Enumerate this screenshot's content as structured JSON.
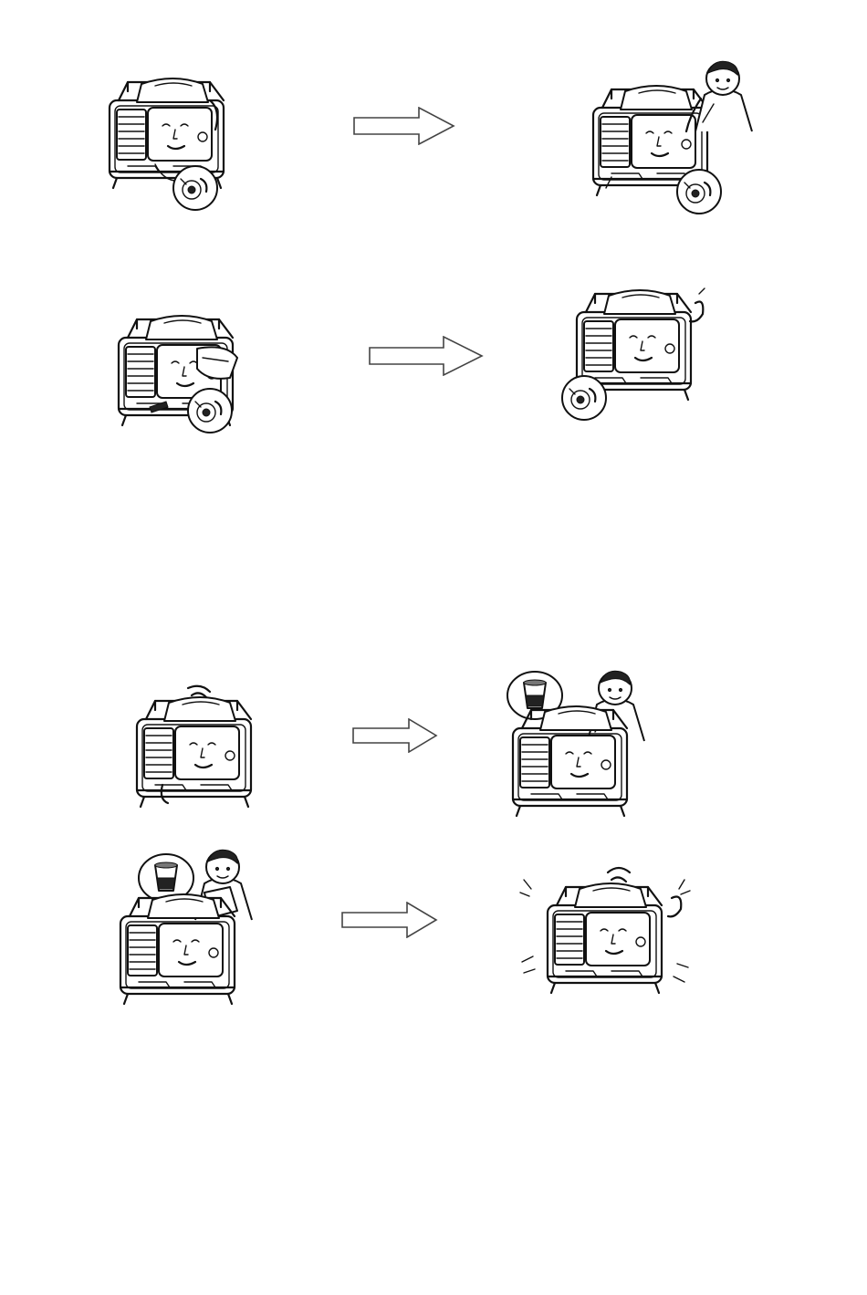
{
  "document": {
    "type": "instruction-illustrations",
    "sections": [
      {
        "name": "fuel-and-ignition-sequence",
        "steps": [
          {
            "illustration": "generator-with-fuel-valve-callout",
            "next": "person-turning-fuel-valve"
          },
          {
            "illustration": "generator-with-engine-switch-callout",
            "next": "generator-smiling-switch-on"
          }
        ]
      },
      {
        "name": "oil-check-sequence",
        "steps": [
          {
            "illustration": "generator-with-oil-cap",
            "next": "person-checking-oil-level"
          },
          {
            "illustration": "person-pouring-oil",
            "next": "generator-running-happy"
          }
        ]
      }
    ]
  },
  "icons": {
    "arrow": "right-arrow-icon",
    "generator": "generator-icon",
    "person": "person-icon",
    "callout": "magnifier-callout-icon"
  },
  "colors": {
    "line": "#111111",
    "arrow_stroke": "#444444",
    "background": "#ffffff"
  }
}
